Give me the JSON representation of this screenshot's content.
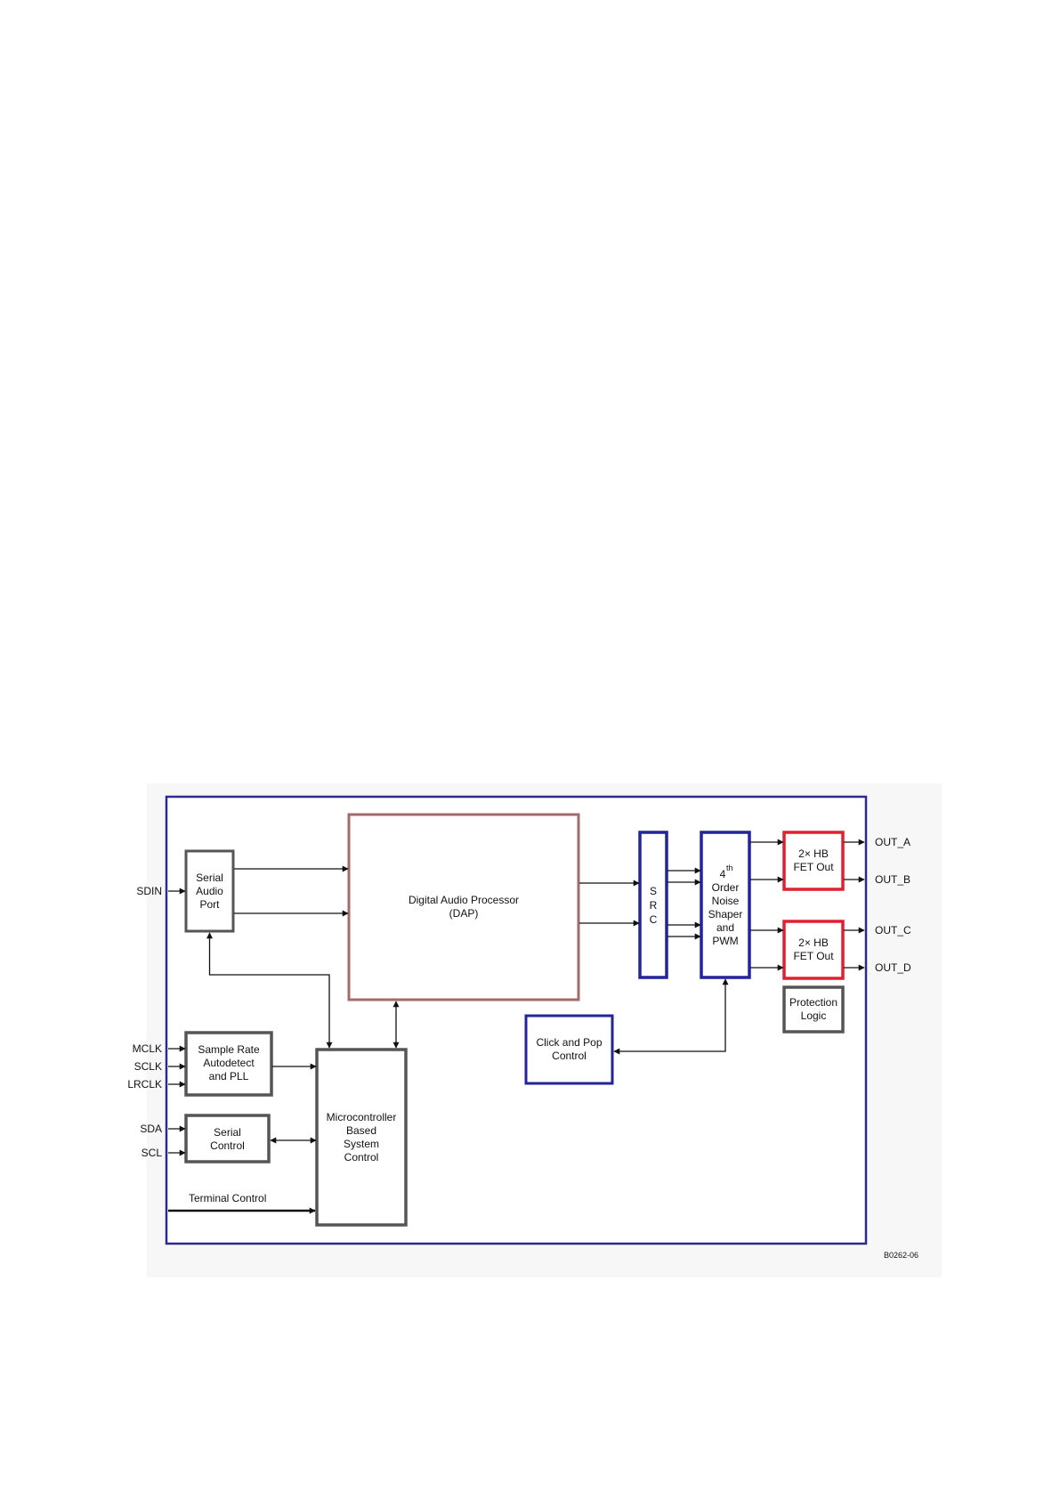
{
  "blocks": {
    "serial_audio_port": [
      "Serial",
      "Audio",
      "Port"
    ],
    "dap": [
      "Digital Audio Processor",
      "(DAP)"
    ],
    "src": [
      "S",
      "R",
      "C"
    ],
    "noise_shaper": {
      "order_number": "4",
      "order_sup": "th",
      "lines": [
        "Order",
        "Noise",
        "Shaper",
        "and",
        "PWM"
      ]
    },
    "fet_out_1": [
      "2× HB",
      "FET Out"
    ],
    "fet_out_2": [
      "2× HB",
      "FET Out"
    ],
    "protection_logic": [
      "Protection",
      "Logic"
    ],
    "click_pop": [
      "Click and Pop",
      "Control"
    ],
    "sample_rate": [
      "Sample Rate",
      "Autodetect",
      "and PLL"
    ],
    "serial_control": [
      "Serial",
      "Control"
    ],
    "microcontroller": [
      "Microcontroller",
      "Based",
      "System",
      "Control"
    ]
  },
  "pins": {
    "sdin": "SDIN",
    "mclk": "MCLK",
    "sclk": "SCLK",
    "lrclk": "LRCLK",
    "sda": "SDA",
    "scl": "SCL",
    "terminal_control": "Terminal Control",
    "out_a": "OUT_A",
    "out_b": "OUT_B",
    "out_c": "OUT_C",
    "out_d": "OUT_D"
  },
  "figure_id": "B0262-06",
  "colors": {
    "frame": "#2b2b8f",
    "dap_border": "#a36b6b",
    "blue_block": "#23239a",
    "red_block": "#e02030",
    "gray_block": "#555555",
    "wire": "#111111"
  }
}
